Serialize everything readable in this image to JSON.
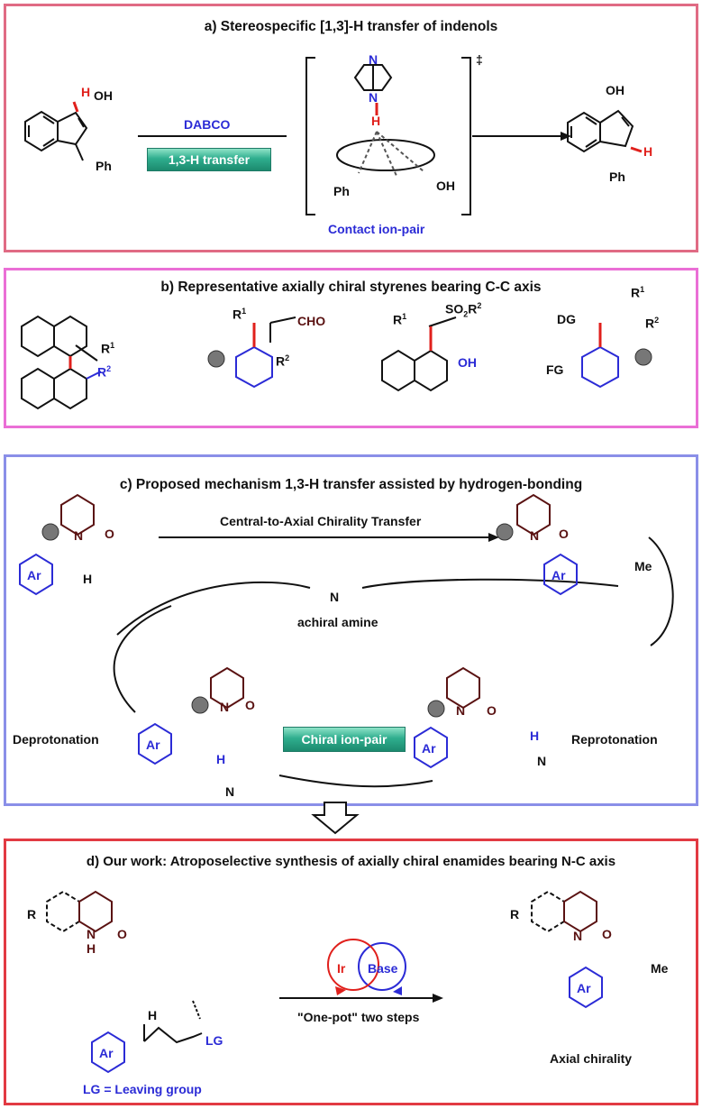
{
  "panel_a": {
    "title": "a) Stereospecific [1,3]-H transfer of indenols",
    "reagent": "DABCO",
    "tag": "1,3-H transfer",
    "ts_label": "Contact ion-pair",
    "dagger": "‡",
    "atoms": {
      "oh": "OH",
      "ph": "Ph",
      "h": "H",
      "n": "N"
    }
  },
  "panel_b": {
    "title": "b) Representative axially chiral styrenes bearing C-C axis",
    "atoms": {
      "r1": "R",
      "r2": "R",
      "cho": "CHO",
      "so2r2": "SO",
      "oh": "OH",
      "dg": "DG",
      "fg": "FG",
      "one": "1",
      "two": "2"
    }
  },
  "panel_c": {
    "title": "c) Proposed mechanism 1,3-H transfer assisted by hydrogen-bonding",
    "transfer_label": "Central-to-Axial Chirality Transfer",
    "amine_label": "achiral amine",
    "deprotonation": "Deprotonation",
    "reprotonation": "Reprotonation",
    "tag": "Chiral ion-pair",
    "atoms": {
      "n": "N",
      "o": "O",
      "h": "H",
      "ar": "Ar",
      "me": "Me"
    }
  },
  "panel_d": {
    "title": "d) Our work: Atroposelective synthesis of axially chiral enamides bearing N-C axis",
    "ir": "Ir",
    "base": "Base",
    "step_label": "\"One-pot\" two steps",
    "lg_def": "LG = Leaving group",
    "result": "Axial chirality",
    "atoms": {
      "r": "R",
      "n": "N",
      "h": "H",
      "o": "O",
      "ar": "Ar",
      "lg": "LG",
      "me": "Me"
    }
  },
  "colors": {
    "panel_a_border": "#e06b84",
    "panel_b_border": "#ea6fd6",
    "panel_c_border": "#8a8fe8",
    "panel_d_border": "#e23a43",
    "blue": "#2b2bd6",
    "red": "#e0201c",
    "brown": "#5a1212",
    "teal": "#2fae8e"
  }
}
